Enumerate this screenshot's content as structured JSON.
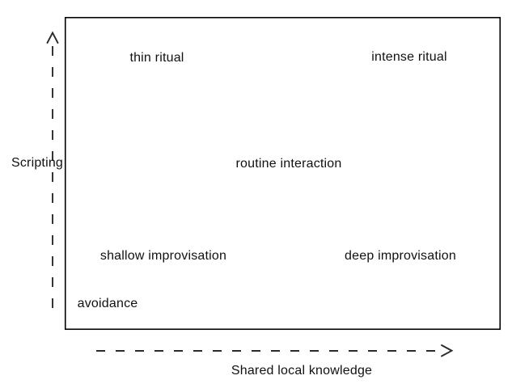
{
  "diagram": {
    "title": "",
    "axes": {
      "y_label": "Scripting",
      "x_label": "Shared local knowledge"
    },
    "labels": {
      "thin_ritual": "thin ritual",
      "intense_ritual": "intense ritual",
      "routine_interaction": "routine interaction",
      "shallow_improvisation": "shallow improvisation",
      "deep_improvisation": "deep improvisation",
      "avoidance": "avoidance"
    },
    "colors": {
      "background": "#ffffff",
      "box_stroke": "#000000",
      "axis_stroke": "#2a2a2a",
      "text": "#111111"
    },
    "layout_hints": {
      "box": "solid rectangle, labels arranged low-to-high on both axes",
      "axes_style": "dashed lines with open arrowheads"
    }
  }
}
